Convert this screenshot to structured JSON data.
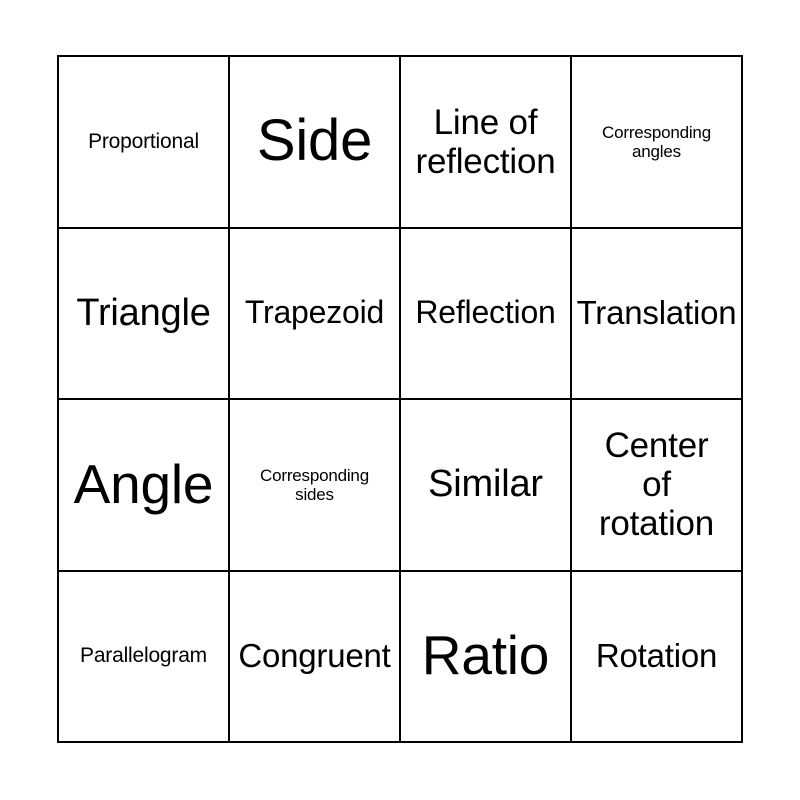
{
  "card": {
    "type": "bingo-card",
    "columns": 4,
    "rows": 4,
    "border_color": "#000000",
    "background_color": "#ffffff",
    "text_color": "#000000",
    "cells": [
      {
        "text": "Proportional",
        "size": "s"
      },
      {
        "text": "Side",
        "size": "xxl"
      },
      {
        "text": "Line of\nreflection",
        "size": "ml"
      },
      {
        "text": "Corresponding\nangles",
        "size": "xs"
      },
      {
        "text": "Triangle",
        "size": "l"
      },
      {
        "text": "Trapezoid",
        "size": "ms"
      },
      {
        "text": "Reflection",
        "size": "ms"
      },
      {
        "text": "Translation",
        "size": "m"
      },
      {
        "text": "Angle",
        "size": "xl"
      },
      {
        "text": "Corresponding\nsides",
        "size": "xs"
      },
      {
        "text": "Similar",
        "size": "l"
      },
      {
        "text": "Center\nof\nrotation",
        "size": "ml"
      },
      {
        "text": "Parallelogram",
        "size": "s"
      },
      {
        "text": "Congruent",
        "size": "m"
      },
      {
        "text": "Ratio",
        "size": "xl"
      },
      {
        "text": "Rotation",
        "size": "m"
      }
    ]
  }
}
